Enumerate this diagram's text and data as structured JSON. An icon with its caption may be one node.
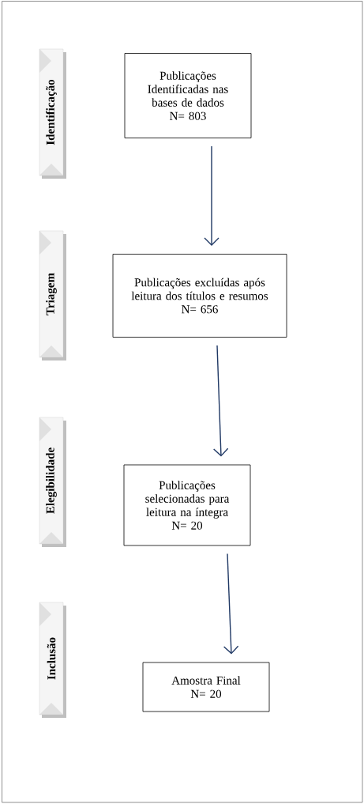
{
  "diagram": {
    "nodes": [
      {
        "text": [
          "Identificação"
        ]
      },
      {
        "text": [
          "Publicações Identificadas nas bases de dados",
          "N= 803"
        ]
      },
      {
        "text": [
          "Triagem"
        ]
      },
      {
        "text": [
          "Publicações excluídas após leitura dos títulos e resumos",
          "N= 656"
        ]
      },
      {
        "text": [
          "Elegibilidade"
        ]
      },
      {
        "text": [
          "Publicações selecionadas para leitura na íntegra",
          "N= 20"
        ]
      },
      {
        "text": [
          "Inclusão"
        ]
      },
      {
        "text": [
          "Amostra Final",
          "N= 20"
        ]
      }
    ],
    "edges": [
      {
        "from": 1,
        "to": 3,
        "arrow": "to"
      },
      {
        "from": 3,
        "to": 5,
        "arrow": "to"
      },
      {
        "from": 5,
        "to": 7,
        "arrow": "to"
      }
    ]
  }
}
